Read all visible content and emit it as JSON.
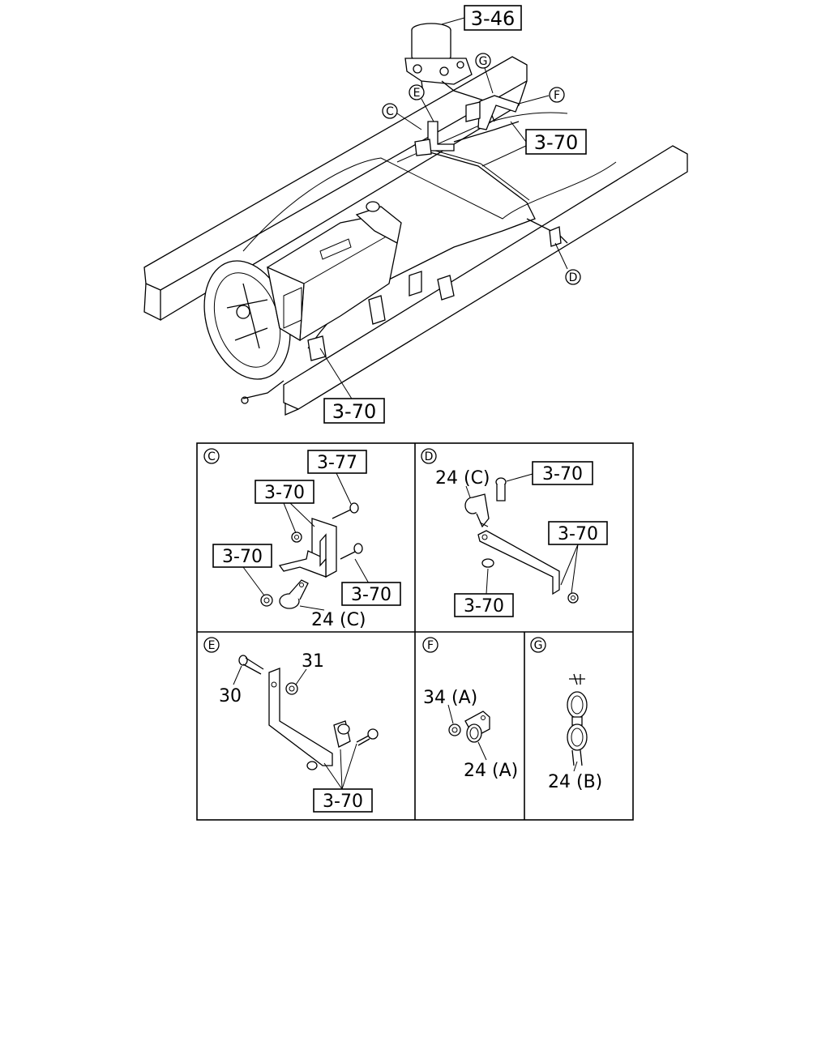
{
  "main_view": {
    "callouts": {
      "air_dryer": "3-46",
      "bracket_right": "3-70",
      "transmission_bracket": "3-70"
    },
    "detail_markers": [
      "C",
      "D",
      "E",
      "F",
      "G"
    ]
  },
  "panels": {
    "C": {
      "marker": "C",
      "refs": [
        "3-77",
        "3-70",
        "3-70",
        "3-70"
      ],
      "part_label": "24 (C)"
    },
    "D": {
      "marker": "D",
      "refs": [
        "3-70",
        "3-70",
        "3-70"
      ],
      "part_label": "24 (C)"
    },
    "E": {
      "marker": "E",
      "refs": [
        "3-70"
      ],
      "part_30": "30",
      "part_31": "31"
    },
    "F": {
      "marker": "F",
      "part_nut": "34 (A)",
      "part_clip": "24 (A)"
    },
    "G": {
      "marker": "G",
      "part_label": "24 (B)"
    }
  }
}
